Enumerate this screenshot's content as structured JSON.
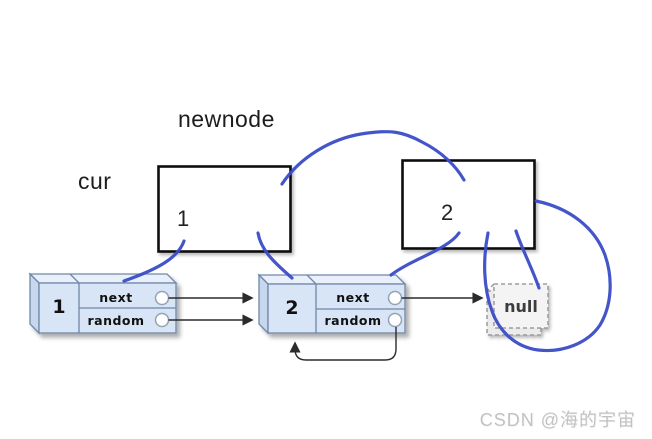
{
  "title_labels": {
    "newnode": "newnode",
    "cur": "cur"
  },
  "pointer_boxes": [
    {
      "value": "1"
    },
    {
      "value": "2"
    }
  ],
  "list_nodes": [
    {
      "value": "1",
      "next_label": "next",
      "random_label": "random"
    },
    {
      "value": "2",
      "next_label": "next",
      "random_label": "random"
    }
  ],
  "null_box": {
    "label": "null"
  },
  "watermark": {
    "text": "CSDN @海的宇宙"
  },
  "colors": {
    "annotation_blue": "#3b4cc8",
    "node_front": "#d7e5f6",
    "node_top": "#e9f0fb",
    "node_side": "#c7d8ee",
    "node_border": "#7088a8",
    "arrow_dark": "#2b2b2b",
    "null_fill": "#f4f4f4",
    "null_back_fill": "#ebebeb",
    "null_border": "#8c8c8c",
    "box_border": "#0d0d0d",
    "watermark_gray": "#c2c2c2"
  }
}
